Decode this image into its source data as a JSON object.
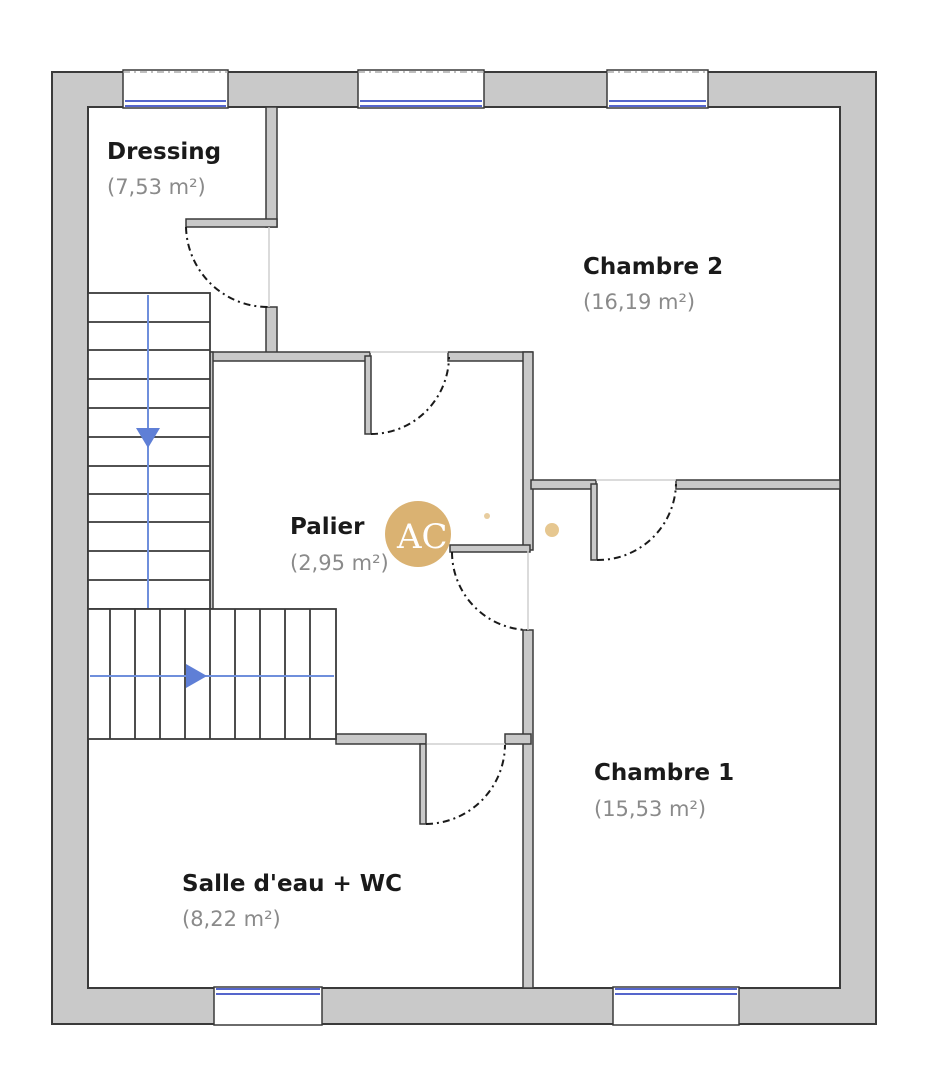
{
  "rooms": [
    {
      "name": "Dressing",
      "area": "(7,53 m²)"
    },
    {
      "name": "Chambre 2",
      "area": "(16,19 m²)"
    },
    {
      "name": "Palier",
      "area": "(2,95 m²)"
    },
    {
      "name": "Chambre 1",
      "area": "(15,53 m²)"
    },
    {
      "name": "Salle d'eau + WC",
      "area": "(8,22 m²)"
    }
  ],
  "watermark": {
    "logo_letters": "AC",
    "color": "#d4a55a"
  },
  "colors": {
    "wall_fill": "#c9c9c9",
    "wall_stroke": "#3a3a3a",
    "window_glass": "#5566cc",
    "stair_arrow": "#6f8fdc"
  }
}
